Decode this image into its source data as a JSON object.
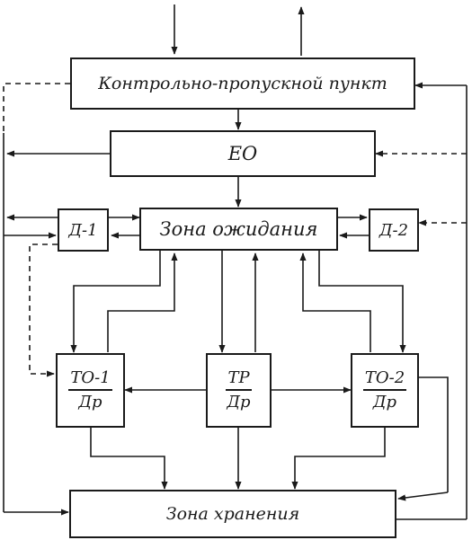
{
  "nodes": {
    "checkpoint": "Контрольно-пропускной пункт",
    "eo": "ЕО",
    "waiting": "Зона ожидания",
    "d1": "Д-1",
    "d2": "Д-2",
    "to1_top": "ТО-1",
    "to1_bottom": "Др",
    "tr_top": "ТР",
    "tr_bottom": "Др",
    "to2_top": "ТО-2",
    "to2_bottom": "Др",
    "storage": "Зона хранения"
  },
  "colors": {
    "ink": "#1a1a1a",
    "background": "#ffffff"
  }
}
